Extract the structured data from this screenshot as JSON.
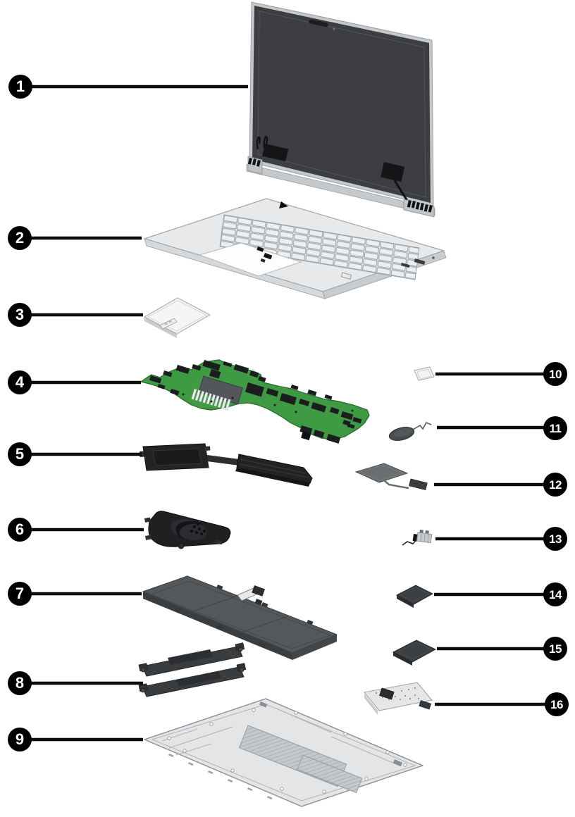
{
  "figure": {
    "type": "exploded-parts-diagram",
    "description": "laptop-exploded-view",
    "colors": {
      "background": "#ffffff",
      "callout_bg": "#000000",
      "callout_text": "#ffffff",
      "leader_line": "#0b0b0b",
      "pcb_green": "#3f9b43",
      "metal_silver": "#e8eaec",
      "dark_part": "#232527"
    },
    "callouts": [
      {
        "number": "1",
        "part": "display-assembly"
      },
      {
        "number": "2",
        "part": "keyboard-top-cover"
      },
      {
        "number": "3",
        "part": "touchpad"
      },
      {
        "number": "4",
        "part": "system-board"
      },
      {
        "number": "5",
        "part": "heat-sink"
      },
      {
        "number": "6",
        "part": "fan"
      },
      {
        "number": "7",
        "part": "battery"
      },
      {
        "number": "8",
        "part": "speakers"
      },
      {
        "number": "9",
        "part": "bottom-cover"
      },
      {
        "number": "10",
        "part": "small-card-module"
      },
      {
        "number": "11",
        "part": "rtc-battery"
      },
      {
        "number": "12",
        "part": "sensor-module-with-cable"
      },
      {
        "number": "13",
        "part": "power-connector-cable"
      },
      {
        "number": "14",
        "part": "small-card"
      },
      {
        "number": "15",
        "part": "large-card"
      },
      {
        "number": "16",
        "part": "io-board"
      }
    ]
  }
}
